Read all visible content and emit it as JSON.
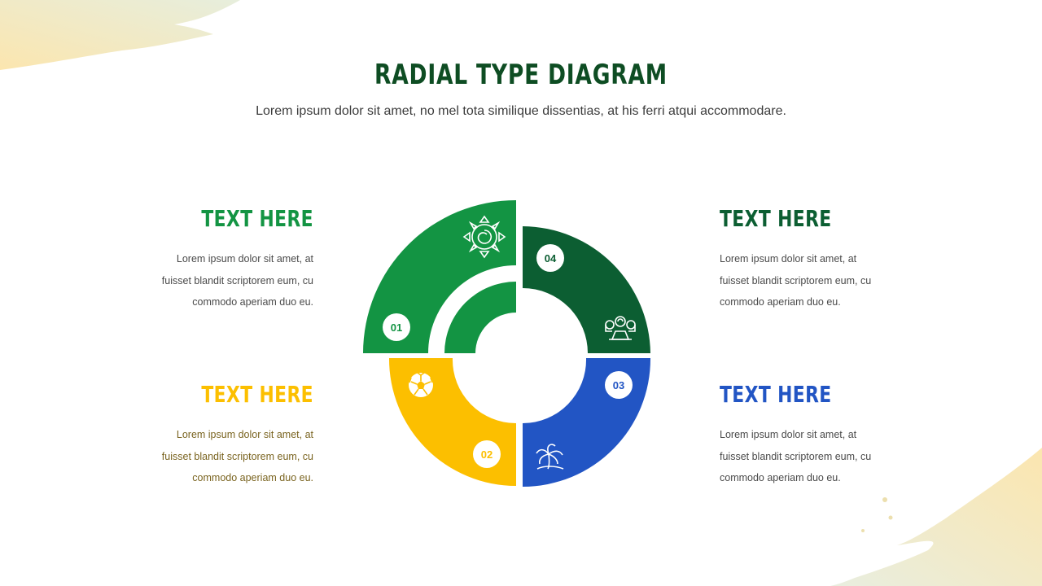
{
  "header": {
    "title": "RADIAL TYPE DIAGRAM",
    "subtitle": "Lorem ipsum dolor sit amet, no mel tota similique dissentias, at his ferri atqui accommodare."
  },
  "colors": {
    "dark_green": "#0c5e32",
    "green": "#139443",
    "yellow": "#fcbf00",
    "blue": "#2255c4",
    "title": "#0e4d23"
  },
  "blocks": [
    {
      "heading": "TEXT HERE",
      "color": "#139443",
      "lines": [
        "Lorem ipsum dolor sit amet, at",
        "fuisset blandit scriptorem eum, cu",
        "commodo aperiam duo eu."
      ]
    },
    {
      "heading": "TEXT HERE",
      "color": "#0c5e32",
      "lines": [
        "Lorem ipsum dolor sit amet, at",
        "fuisset blandit scriptorem eum, cu",
        "commodo aperiam duo eu."
      ]
    },
    {
      "heading": "TEXT HERE",
      "color": "#fcbf00",
      "lines": [
        "Lorem ipsum dolor sit amet, at",
        "fuisset blandit scriptorem eum, cu",
        "commodo aperiam duo eu."
      ]
    },
    {
      "heading": "TEXT HERE",
      "color": "#2255c4",
      "lines": [
        "Lorem ipsum dolor sit amet, at",
        "fuisset blandit scriptorem eum, cu",
        "commodo aperiam duo eu."
      ]
    }
  ],
  "segments": [
    {
      "number": "01",
      "icon": "sun-icon"
    },
    {
      "number": "02",
      "icon": "soccer-ball-icon"
    },
    {
      "number": "03",
      "icon": "palm-tree-icon"
    },
    {
      "number": "04",
      "icon": "statue-icon"
    }
  ]
}
